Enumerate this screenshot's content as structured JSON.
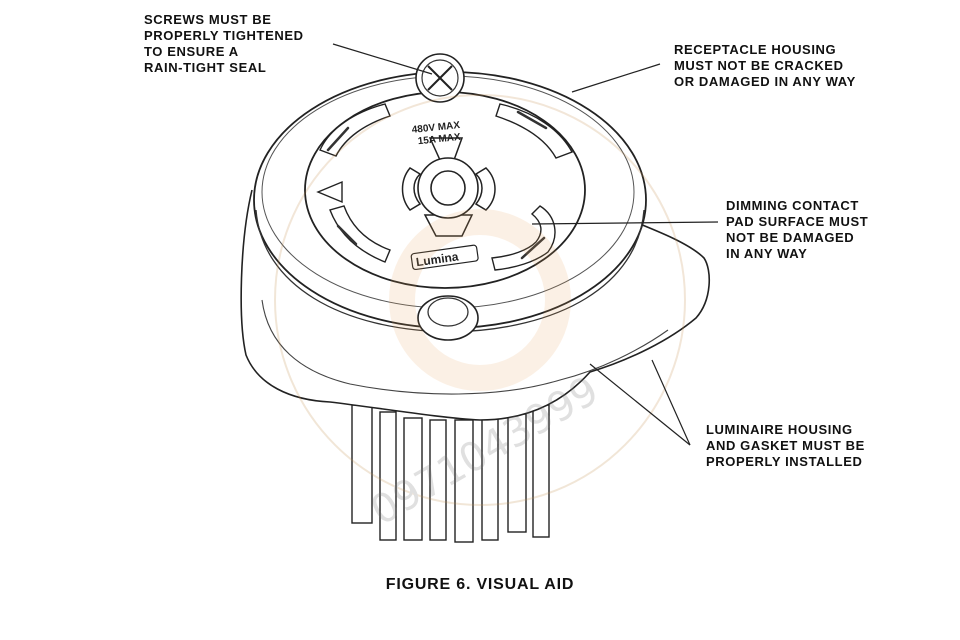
{
  "callouts": {
    "screws": [
      "SCREWS MUST BE",
      "PROPERLY TIGHTENED",
      "TO ENSURE A",
      "RAIN-TIGHT SEAL"
    ],
    "receptacle": [
      "RECEPTACLE HOUSING",
      "MUST NOT BE CRACKED",
      "OR DAMAGED IN ANY WAY"
    ],
    "dimming": [
      "DIMMING CONTACT",
      "PAD SURFACE MUST",
      "NOT BE DAMAGED",
      "IN ANY WAY"
    ],
    "luminaire": [
      "LUMINAIRE HOUSING",
      "AND GASKET MUST BE",
      "PROPERLY INSTALLED"
    ]
  },
  "receptacle_face": {
    "rating_line1": "480V  MAX",
    "rating_line2": "15A  MAX",
    "brand": "Lumina"
  },
  "watermark": {
    "text": "0971043999"
  },
  "caption": "FIGURE 6.  VISUAL AID"
}
